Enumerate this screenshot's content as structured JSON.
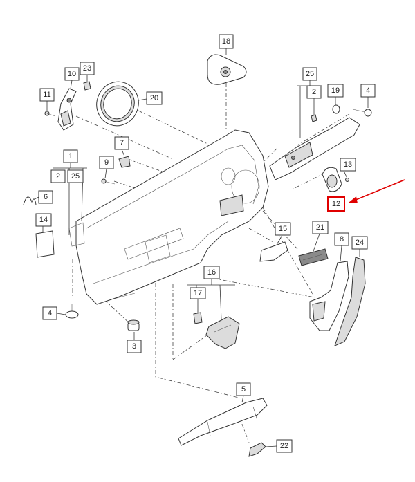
{
  "diagram": {
    "callouts": [
      {
        "id": "c18",
        "label": "18"
      },
      {
        "id": "c10",
        "label": "10"
      },
      {
        "id": "c23",
        "label": "23"
      },
      {
        "id": "c11",
        "label": "11"
      },
      {
        "id": "c20",
        "label": "20"
      },
      {
        "id": "c25a",
        "label": "25"
      },
      {
        "id": "c2a",
        "label": "2"
      },
      {
        "id": "c19",
        "label": "19"
      },
      {
        "id": "c4a",
        "label": "4"
      },
      {
        "id": "c7",
        "label": "7"
      },
      {
        "id": "c9",
        "label": "9"
      },
      {
        "id": "c1",
        "label": "1"
      },
      {
        "id": "c2b",
        "label": "2"
      },
      {
        "id": "c25b",
        "label": "25"
      },
      {
        "id": "c13",
        "label": "13"
      },
      {
        "id": "c12",
        "label": "12"
      },
      {
        "id": "c6",
        "label": "6"
      },
      {
        "id": "c14",
        "label": "14"
      },
      {
        "id": "c15",
        "label": "15"
      },
      {
        "id": "c21",
        "label": "21"
      },
      {
        "id": "c8",
        "label": "8"
      },
      {
        "id": "c24",
        "label": "24"
      },
      {
        "id": "c16",
        "label": "16"
      },
      {
        "id": "c17",
        "label": "17"
      },
      {
        "id": "c4b",
        "label": "4"
      },
      {
        "id": "c3",
        "label": "3"
      },
      {
        "id": "c5",
        "label": "5"
      },
      {
        "id": "c22",
        "label": "22"
      }
    ],
    "highlight": {
      "target": "12",
      "box_color": "#e00000",
      "arrow_color": "#e00000"
    }
  }
}
